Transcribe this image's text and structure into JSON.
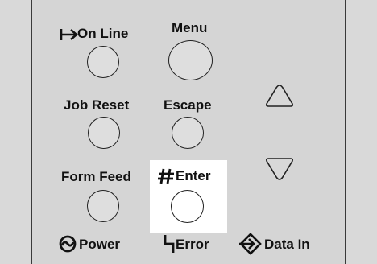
{
  "panel": {
    "buttons": {
      "on_line": "On Line",
      "menu": "Menu",
      "job_reset": "Job Reset",
      "escape": "Escape",
      "form_feed": "Form Feed",
      "enter": "Enter"
    },
    "indicators": {
      "power": "Power",
      "error": "Error",
      "data_in": "Data In"
    },
    "arrow_up": "up-arrow-icon",
    "arrow_down": "down-arrow-icon"
  }
}
